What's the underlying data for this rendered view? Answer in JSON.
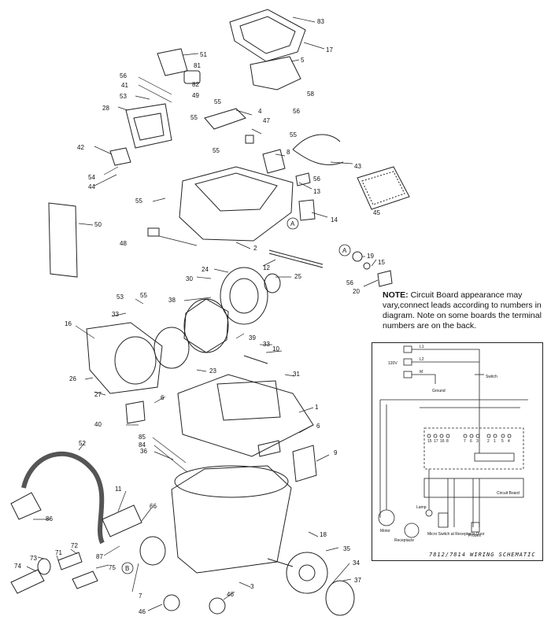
{
  "note": {
    "label": "NOTE:",
    "text": "Circuit Board appearance may vary,connect leads according to numbers in diagram. Note on some boards the terminal numbers are on the back."
  },
  "wiring": {
    "caption": "7812/7814 WIRING SCHEMATIC",
    "labels": {
      "voltage": "120V",
      "switch": "Switch",
      "ground": "Ground",
      "circuit_board": "Circuit Board",
      "lamp": "Lamp",
      "motor": "Motor",
      "receptacle": "Receptacle",
      "micro_switch": "Micro Switch at Receptacle Door",
      "probes": "Probes",
      "l1": "L1",
      "l2": "L2",
      "m": "M"
    },
    "terminals": [
      "15",
      "17",
      "16",
      "8",
      "7",
      "6",
      "3",
      "2",
      "1",
      "5",
      "4"
    ]
  },
  "callouts": [
    {
      "id": "c83",
      "text": "83"
    },
    {
      "id": "c17",
      "text": "17"
    },
    {
      "id": "c5",
      "text": "5"
    },
    {
      "id": "c51",
      "text": "51"
    },
    {
      "id": "c81",
      "text": "81"
    },
    {
      "id": "c56a",
      "text": "56"
    },
    {
      "id": "c41",
      "text": "41"
    },
    {
      "id": "c53a",
      "text": "53"
    },
    {
      "id": "c82",
      "text": "82"
    },
    {
      "id": "c49",
      "text": "49"
    },
    {
      "id": "c55a",
      "text": "55"
    },
    {
      "id": "c58",
      "text": "58"
    },
    {
      "id": "c56b",
      "text": "56"
    },
    {
      "id": "c28",
      "text": "28"
    },
    {
      "id": "c4",
      "text": "4"
    },
    {
      "id": "c47",
      "text": "47"
    },
    {
      "id": "c55b",
      "text": "55"
    },
    {
      "id": "c55c",
      "text": "55"
    },
    {
      "id": "c55d",
      "text": "55"
    },
    {
      "id": "c42a",
      "text": "42"
    },
    {
      "id": "c8",
      "text": "8"
    },
    {
      "id": "c43",
      "text": "43"
    },
    {
      "id": "c54",
      "text": "54"
    },
    {
      "id": "c44",
      "text": "44"
    },
    {
      "id": "c56c",
      "text": "56"
    },
    {
      "id": "c13",
      "text": "13"
    },
    {
      "id": "c55e",
      "text": "55"
    },
    {
      "id": "c14",
      "text": "14"
    },
    {
      "id": "c48",
      "text": "48"
    },
    {
      "id": "c50",
      "text": "50"
    },
    {
      "id": "c45",
      "text": "45"
    },
    {
      "id": "c2",
      "text": "2"
    },
    {
      "id": "c12",
      "text": "12"
    },
    {
      "id": "c19",
      "text": "19"
    },
    {
      "id": "c15",
      "text": "15"
    },
    {
      "id": "c56d",
      "text": "56"
    },
    {
      "id": "c20",
      "text": "20"
    },
    {
      "id": "c24",
      "text": "24"
    },
    {
      "id": "c30",
      "text": "30"
    },
    {
      "id": "c25",
      "text": "25"
    },
    {
      "id": "c53b",
      "text": "53"
    },
    {
      "id": "c55f",
      "text": "55"
    },
    {
      "id": "c38",
      "text": "38"
    },
    {
      "id": "c33",
      "text": "33"
    },
    {
      "id": "c39",
      "text": "39"
    },
    {
      "id": "c16a",
      "text": "16"
    },
    {
      "id": "c33b",
      "text": "33"
    },
    {
      "id": "c10",
      "text": "10"
    },
    {
      "id": "c26",
      "text": "26"
    },
    {
      "id": "c23",
      "text": "23"
    },
    {
      "id": "c31",
      "text": "31"
    },
    {
      "id": "c27",
      "text": "27"
    },
    {
      "id": "c6a",
      "text": "6"
    },
    {
      "id": "c1",
      "text": "1"
    },
    {
      "id": "c40",
      "text": "40"
    },
    {
      "id": "c85",
      "text": "85"
    },
    {
      "id": "c6b",
      "text": "6"
    },
    {
      "id": "c84",
      "text": "84"
    },
    {
      "id": "c36",
      "text": "36"
    },
    {
      "id": "c9",
      "text": "9"
    },
    {
      "id": "c52",
      "text": "52"
    },
    {
      "id": "c11",
      "text": "11"
    },
    {
      "id": "c86",
      "text": "86"
    },
    {
      "id": "c66",
      "text": "66"
    },
    {
      "id": "c87",
      "text": "87"
    },
    {
      "id": "c72",
      "text": "72"
    },
    {
      "id": "c71",
      "text": "71"
    },
    {
      "id": "c73",
      "text": "73"
    },
    {
      "id": "c74",
      "text": "74"
    },
    {
      "id": "c75",
      "text": "75"
    },
    {
      "id": "c18",
      "text": "18"
    },
    {
      "id": "c35",
      "text": "35"
    },
    {
      "id": "c7",
      "text": "7"
    },
    {
      "id": "c3",
      "text": "3"
    },
    {
      "id": "c34",
      "text": "34"
    },
    {
      "id": "c37",
      "text": "37"
    },
    {
      "id": "c46a",
      "text": "46"
    },
    {
      "id": "c46b",
      "text": "46"
    },
    {
      "id": "cA1",
      "text": "A"
    },
    {
      "id": "cA2",
      "text": "A"
    },
    {
      "id": "cB",
      "text": "B"
    }
  ]
}
